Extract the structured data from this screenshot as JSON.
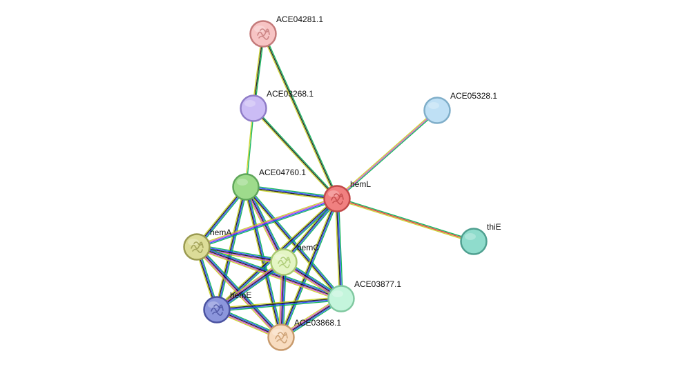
{
  "network": {
    "evidence_colors": {
      "neighborhood": "#00b050",
      "fusion": "#e03030",
      "cooccurrence": "#2040ff",
      "coexpression": "#101010",
      "experiments": "#d040d0",
      "databases": "#20c0d0",
      "textmining": "#c8d020",
      "homology": "#a0a0ff"
    },
    "nodes": [
      {
        "id": "ACE04281.1",
        "label": "ACE04281.1",
        "fill": "#f7c4c4",
        "stroke": "#c47a7a",
        "structure": true
      },
      {
        "id": "ACE03268.1",
        "label": "ACE03268.1",
        "fill": "#cbbcf5",
        "stroke": "#8f7cc7",
        "structure": false
      },
      {
        "id": "ACE05328.1",
        "label": "ACE05328.1",
        "fill": "#bfe0f5",
        "stroke": "#7faec9",
        "structure": false
      },
      {
        "id": "ACE04760.1",
        "label": "ACE04760.1",
        "fill": "#9edb8c",
        "stroke": "#5fa65a",
        "structure": false
      },
      {
        "id": "hemL",
        "label": "hemL",
        "fill": "#f08080",
        "stroke": "#c04848",
        "structure": true
      },
      {
        "id": "thiE",
        "label": "thiE",
        "fill": "#8fdccc",
        "stroke": "#4fa090",
        "structure": false
      },
      {
        "id": "hemA",
        "label": "hemA",
        "fill": "#dcdc98",
        "stroke": "#9a9a50",
        "structure": true
      },
      {
        "id": "hemC",
        "label": "hemC",
        "fill": "#e4f5c4",
        "stroke": "#a8c870",
        "structure": true
      },
      {
        "id": "ACE03877.1",
        "label": "ACE03877.1",
        "fill": "#c4f5dc",
        "stroke": "#80c8a0",
        "structure": false
      },
      {
        "id": "hemE",
        "label": "hemE",
        "fill": "#8c96dc",
        "stroke": "#4a52a0",
        "structure": true
      },
      {
        "id": "ACE03868.1",
        "label": "ACE03868.1",
        "fill": "#f8dcc0",
        "stroke": "#c89a6c",
        "structure": true
      }
    ],
    "edges": [
      {
        "source": "ACE04281.1",
        "target": "ACE03268.1",
        "evidence": [
          "neighborhood",
          "coexpression",
          "textmining"
        ]
      },
      {
        "source": "ACE04281.1",
        "target": "hemL",
        "evidence": [
          "neighborhood",
          "coexpression",
          "textmining"
        ]
      },
      {
        "source": "ACE03268.1",
        "target": "ACE04760.1",
        "evidence": [
          "neighborhood",
          "textmining"
        ]
      },
      {
        "source": "ACE03268.1",
        "target": "hemL",
        "evidence": [
          "neighborhood",
          "coexpression",
          "textmining"
        ]
      },
      {
        "source": "ACE05328.1",
        "target": "hemL",
        "evidence": [
          "neighborhood",
          "experiments",
          "textmining"
        ]
      },
      {
        "source": "hemL",
        "target": "thiE",
        "evidence": [
          "neighborhood",
          "fusion",
          "textmining"
        ]
      },
      {
        "source": "ACE04760.1",
        "target": "hemL",
        "evidence": [
          "neighborhood",
          "cooccurrence",
          "coexpression",
          "textmining"
        ]
      },
      {
        "source": "ACE04760.1",
        "target": "hemA",
        "evidence": [
          "neighborhood",
          "cooccurrence",
          "coexpression",
          "textmining"
        ]
      },
      {
        "source": "ACE04760.1",
        "target": "hemC",
        "evidence": [
          "neighborhood",
          "cooccurrence",
          "coexpression",
          "experiments",
          "textmining"
        ]
      },
      {
        "source": "ACE04760.1",
        "target": "ACE03877.1",
        "evidence": [
          "neighborhood",
          "cooccurrence",
          "coexpression",
          "textmining"
        ]
      },
      {
        "source": "ACE04760.1",
        "target": "hemE",
        "evidence": [
          "neighborhood",
          "cooccurrence",
          "coexpression",
          "textmining"
        ]
      },
      {
        "source": "ACE04760.1",
        "target": "ACE03868.1",
        "evidence": [
          "neighborhood",
          "cooccurrence",
          "coexpression",
          "textmining"
        ]
      },
      {
        "source": "hemL",
        "target": "hemA",
        "evidence": [
          "neighborhood",
          "cooccurrence",
          "experiments",
          "textmining"
        ]
      },
      {
        "source": "hemL",
        "target": "hemC",
        "evidence": [
          "neighborhood",
          "cooccurrence",
          "coexpression",
          "textmining"
        ]
      },
      {
        "source": "hemL",
        "target": "ACE03877.1",
        "evidence": [
          "neighborhood",
          "cooccurrence",
          "coexpression",
          "textmining"
        ]
      },
      {
        "source": "hemL",
        "target": "hemE",
        "evidence": [
          "neighborhood",
          "cooccurrence",
          "coexpression",
          "textmining"
        ]
      },
      {
        "source": "hemL",
        "target": "ACE03868.1",
        "evidence": [
          "neighborhood",
          "cooccurrence",
          "coexpression",
          "textmining"
        ]
      },
      {
        "source": "hemA",
        "target": "hemC",
        "evidence": [
          "neighborhood",
          "cooccurrence",
          "coexpression",
          "experiments",
          "textmining"
        ]
      },
      {
        "source": "hemA",
        "target": "ACE03877.1",
        "evidence": [
          "neighborhood",
          "cooccurrence",
          "coexpression",
          "experiments",
          "textmining"
        ]
      },
      {
        "source": "hemA",
        "target": "hemE",
        "evidence": [
          "neighborhood",
          "cooccurrence",
          "coexpression",
          "textmining"
        ]
      },
      {
        "source": "hemA",
        "target": "ACE03868.1",
        "evidence": [
          "neighborhood",
          "cooccurrence",
          "coexpression",
          "experiments",
          "textmining"
        ]
      },
      {
        "source": "hemC",
        "target": "ACE03877.1",
        "evidence": [
          "neighborhood",
          "cooccurrence",
          "coexpression",
          "experiments",
          "textmining"
        ]
      },
      {
        "source": "hemC",
        "target": "hemE",
        "evidence": [
          "neighborhood",
          "cooccurrence",
          "coexpression",
          "experiments",
          "textmining"
        ]
      },
      {
        "source": "hemC",
        "target": "ACE03868.1",
        "evidence": [
          "neighborhood",
          "cooccurrence",
          "coexpression",
          "experiments",
          "textmining"
        ]
      },
      {
        "source": "ACE03877.1",
        "target": "hemE",
        "evidence": [
          "neighborhood",
          "cooccurrence",
          "coexpression",
          "textmining"
        ]
      },
      {
        "source": "ACE03877.1",
        "target": "ACE03868.1",
        "evidence": [
          "neighborhood",
          "cooccurrence",
          "coexpression",
          "experiments",
          "textmining"
        ]
      },
      {
        "source": "hemE",
        "target": "ACE03868.1",
        "evidence": [
          "neighborhood",
          "cooccurrence",
          "coexpression",
          "experiments",
          "textmining"
        ]
      }
    ]
  }
}
